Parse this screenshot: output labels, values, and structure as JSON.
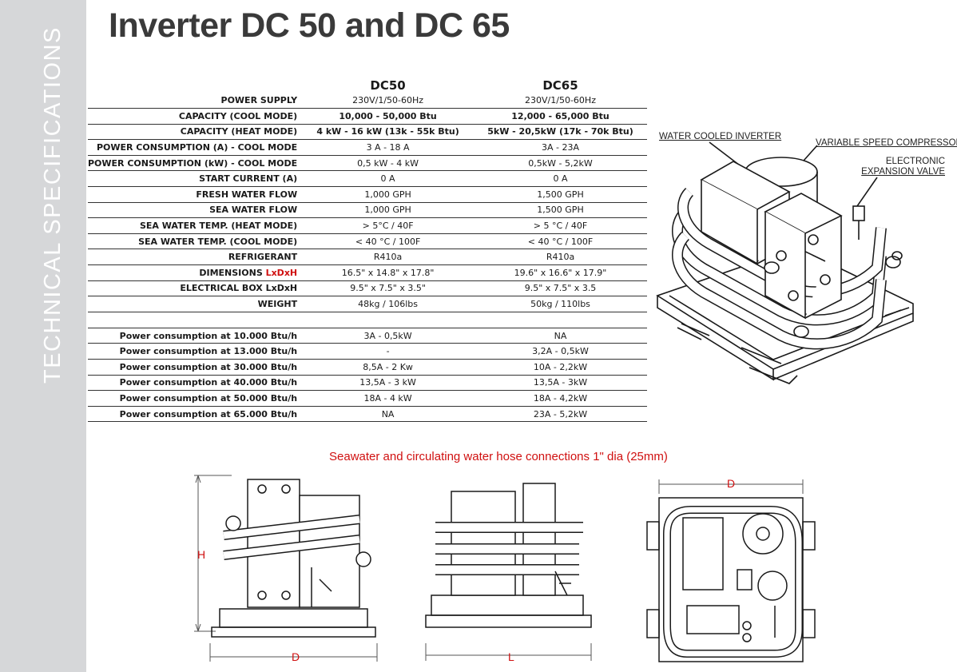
{
  "sidebar": {
    "label": "TECHNICAL  SPECIFICATIONS"
  },
  "title": "Inverter DC 50 and DC 65",
  "table": {
    "columns": [
      "DC50",
      "DC65"
    ],
    "rows": [
      {
        "label": "POWER SUPPLY",
        "dc50": "230V/1/50-60Hz",
        "dc65": "230V/1/50-60Hz",
        "bold": false
      },
      {
        "label": "CAPACITY (COOL MODE)",
        "dc50": "10,000 - 50,000 Btu",
        "dc65": "12,000 - 65,000 Btu",
        "bold": true
      },
      {
        "label": "CAPACITY (HEAT MODE)",
        "dc50": "4 kW - 16 kW (13k - 55k Btu)",
        "dc65": "5kW - 20,5kW (17k - 70k Btu)",
        "bold": true
      },
      {
        "label": "POWER CONSUMPTION  (A) - COOL MODE",
        "dc50": "3 A - 18 A",
        "dc65": "3A - 23A",
        "bold": false
      },
      {
        "label": "POWER CONSUMPTION (kW) - COOL MODE",
        "dc50": "0,5 kW - 4 kW",
        "dc65": "0,5kW - 5,2kW",
        "bold": false
      },
      {
        "label": "START CURRENT (A)",
        "dc50": "0 A",
        "dc65": "0 A",
        "bold": false
      },
      {
        "label": "FRESH WATER FLOW",
        "dc50": "1,000 GPH",
        "dc65": "1,500 GPH",
        "bold": false
      },
      {
        "label": "SEA WATER FLOW",
        "dc50": "1,000 GPH",
        "dc65": "1,500 GPH",
        "bold": false
      },
      {
        "label": "SEA WATER TEMP. (HEAT MODE)",
        "dc50": "> 5°C / 40F",
        "dc65": "> 5 °C / 40F",
        "bold": false
      },
      {
        "label": "SEA WATER TEMP. (COOL MODE)",
        "dc50": "< 40 °C / 100F",
        "dc65": "< 40 °C / 100F",
        "bold": false
      },
      {
        "label": "REFRIGERANT",
        "dc50": "R410a",
        "dc65": "R410a",
        "bold": false
      },
      {
        "label_prefix": "DIMENSIONS ",
        "label_red": "LxDxH",
        "dc50": "16.5\" x 14.8\" x 17.8\"",
        "dc65": "19.6\" x 16.6\" x 17.9\"",
        "bold": false
      },
      {
        "label": "ELECTRICAL BOX LxDxH",
        "dc50": "9.5\" x 7.5\" x 3.5\"",
        "dc65": "9.5\" x 7.5\" x 3.5",
        "bold": false
      },
      {
        "label": "WEIGHT",
        "dc50": "48kg / 106lbs",
        "dc65": "50kg / 110lbs",
        "bold": false
      }
    ],
    "power_rows": [
      {
        "label": "Power consumption at 10.000 Btu/h",
        "dc50": "3A - 0,5kW",
        "dc65": "NA"
      },
      {
        "label": "Power consumption at 13.000 Btu/h",
        "dc50": "-",
        "dc65": "3,2A - 0,5kW"
      },
      {
        "label": "Power consumption at 30.000 Btu/h",
        "dc50": "8,5A - 2 Kw",
        "dc65": "10A - 2,2kW"
      },
      {
        "label": "Power consumption at 40.000 Btu/h",
        "dc50": "13,5A - 3 kW",
        "dc65": "13,5A - 3kW"
      },
      {
        "label": "Power consumption at 50.000 Btu/h",
        "dc50": "18A - 4 kW",
        "dc65": "18A - 4,2kW"
      },
      {
        "label": "Power consumption at 65.000 Btu/h",
        "dc50": "NA",
        "dc65": "23A - 5,2kW"
      }
    ]
  },
  "callouts": {
    "water_cooled_inverter": "WATER COOLED INVERTER",
    "variable_speed_compressor": "VARIABLE SPEED COMPRESSOR",
    "expansion_valve_line1": "ELECTRONIC",
    "expansion_valve_line2": "EXPANSION VALVE"
  },
  "note": "Seawater and circulating water hose connections 1\" dia (25mm)",
  "dimensions": {
    "height": "H",
    "depth_front": "D",
    "length": "L",
    "depth_top": "D"
  }
}
